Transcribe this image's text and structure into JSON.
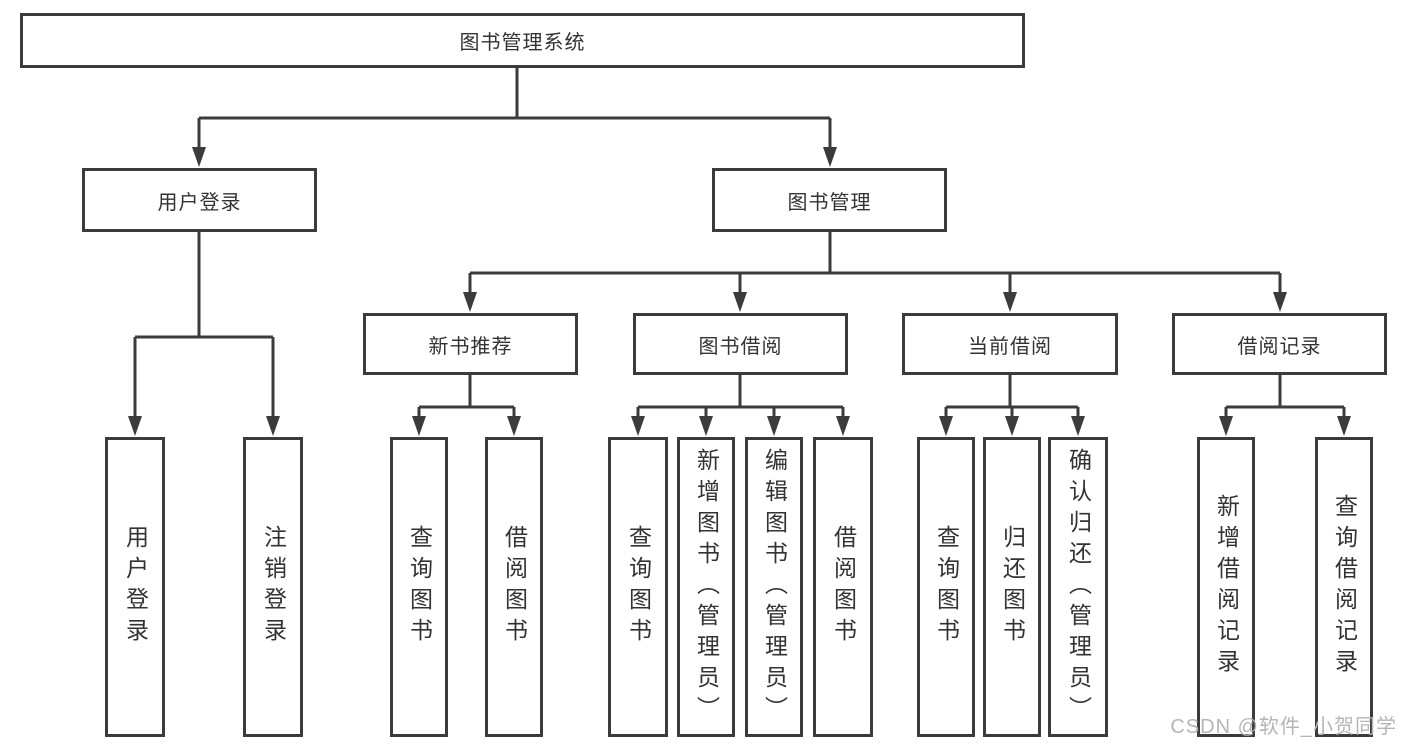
{
  "diagram_title": "图书管理系统",
  "colors": {
    "line": "#3b3b3b",
    "text": "#333333",
    "watermark": "#b5b5b5",
    "background": "#ffffff"
  },
  "tree": {
    "label": "图书管理系统",
    "children": [
      {
        "label": "用户登录",
        "children": [
          {
            "label": "用户登录"
          },
          {
            "label": "注销登录"
          }
        ]
      },
      {
        "label": "图书管理",
        "children": [
          {
            "label": "新书推荐",
            "children": [
              {
                "label": "查询图书"
              },
              {
                "label": "借阅图书"
              }
            ]
          },
          {
            "label": "图书借阅",
            "children": [
              {
                "label": "查询图书"
              },
              {
                "label": "新增图书（管理员）"
              },
              {
                "label": "编辑图书（管理员）"
              },
              {
                "label": "借阅图书"
              }
            ]
          },
          {
            "label": "当前借阅",
            "children": [
              {
                "label": "查询图书"
              },
              {
                "label": "归还图书"
              },
              {
                "label": "确认归还（管理员）"
              }
            ]
          },
          {
            "label": "借阅记录",
            "children": [
              {
                "label": "新增借阅记录"
              },
              {
                "label": "查询借阅记录"
              }
            ]
          }
        ]
      }
    ]
  },
  "watermark": {
    "text": "CSDN @软件_小贺同学"
  }
}
